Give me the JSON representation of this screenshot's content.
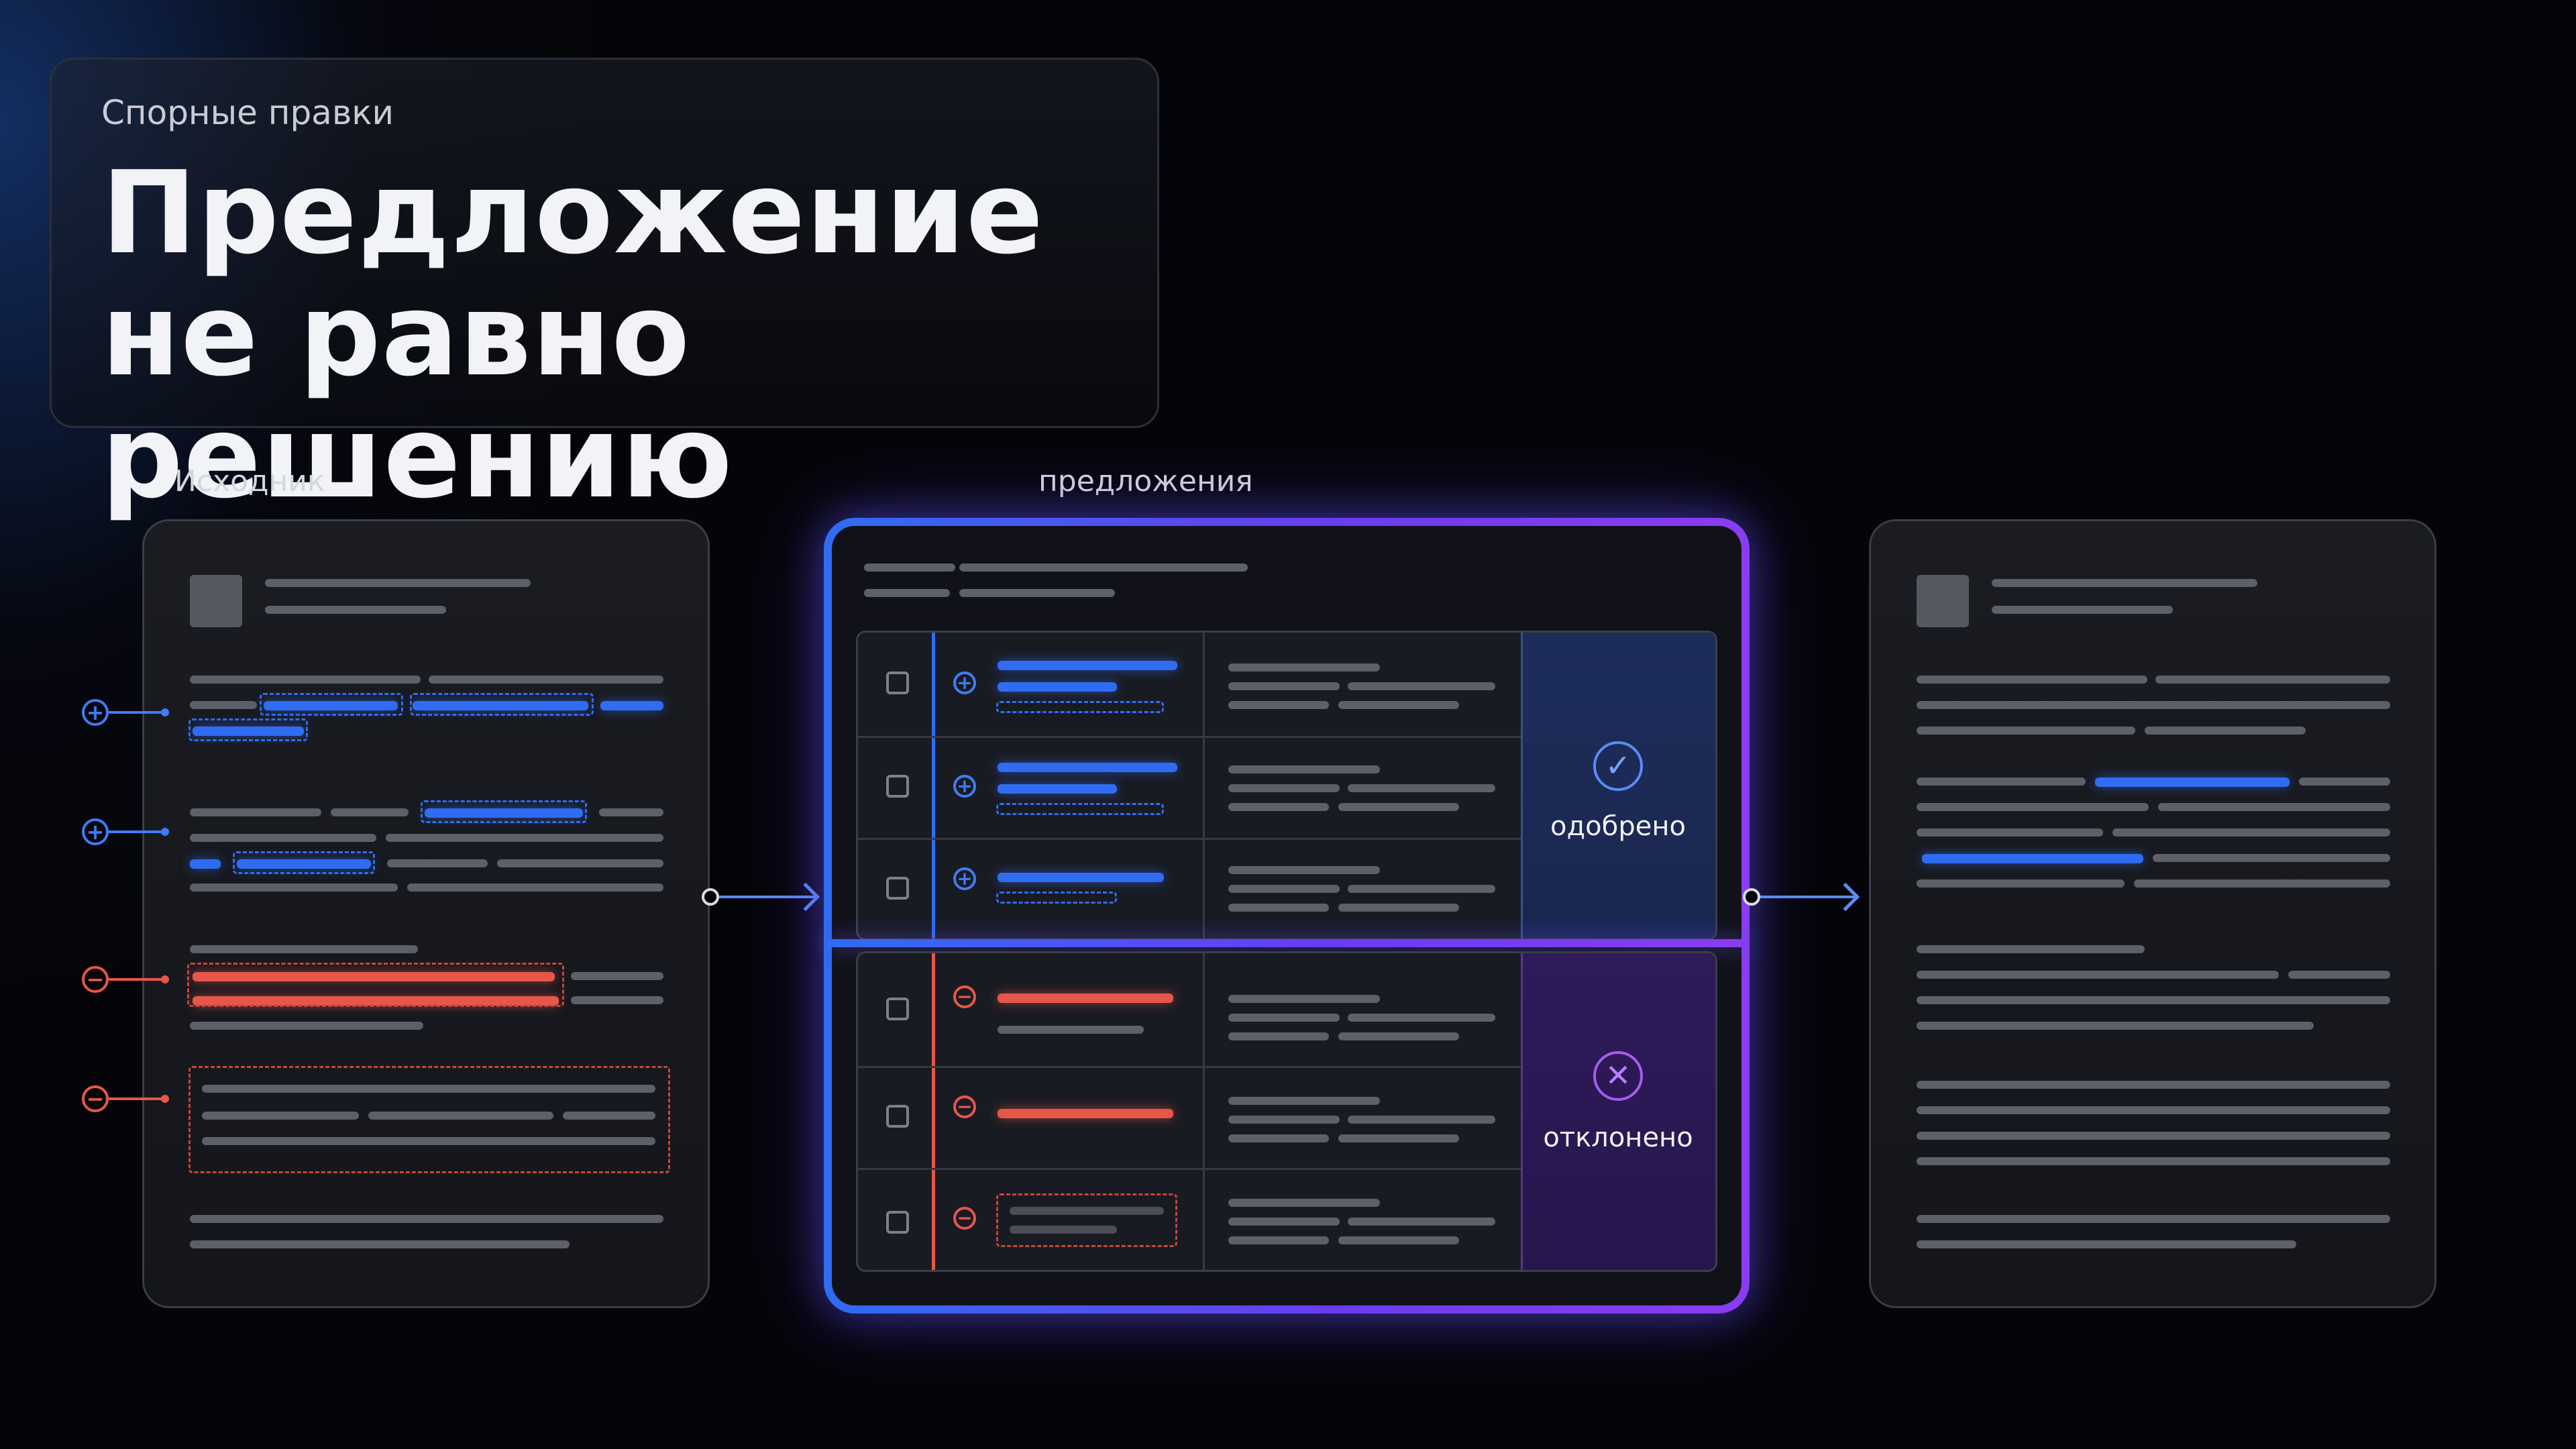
{
  "eyebrow": "Спорные правки",
  "headline": "Предложение не равно решению",
  "labels": {
    "source": "Исходник",
    "proposals": "предложения"
  },
  "statuses": {
    "approved": "одобрено",
    "rejected": "отклонено"
  },
  "markers": {
    "plus": "+",
    "minus": "−",
    "check": "✓",
    "cross": "✕"
  },
  "colors": {
    "background": "#050509",
    "addition": "#2f6cf2",
    "removal": "#e6574a",
    "approved_panel": "#1d2d5a",
    "rejected_panel": "#2f1a5a",
    "accent_purple": "#8b3cf0"
  },
  "icons": [
    "plus-circle-icon",
    "minus-circle-icon",
    "check-circle-icon",
    "x-circle-icon",
    "arrow-right-icon",
    "checkbox-icon"
  ]
}
